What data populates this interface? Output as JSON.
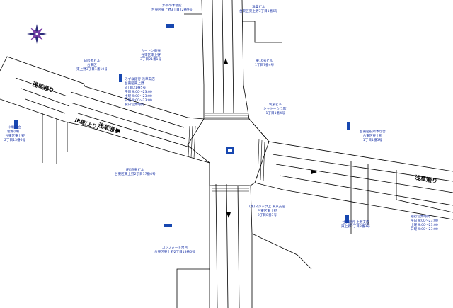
{
  "colors": {
    "road": "#000000",
    "label": "#1a33a6",
    "sign": "#1747b0",
    "background": "#ffffff"
  },
  "icons": {
    "compass": "compass-rose-icon",
    "police": "police-box-icon"
  },
  "labels": {
    "kanaya": {
      "name": "かやの木会館",
      "addr": "台東区東上野3丁目22番9号"
    },
    "yoshida": {
      "name": "洋菓ビル",
      "addr": "台東区東上野3丁目1番6号"
    },
    "hinomaru": {
      "name": "日の丸ビル",
      "addr1": "台東区",
      "addr2": "東上野3丁目1番10号"
    },
    "carton": {
      "name": "カートン商事",
      "addr1": "台東区東上野",
      "addr2": "3丁目21番1号"
    },
    "mizuho": {
      "name": "みずほ銀行 浅草支店",
      "addr1": "台東区東上野",
      "addr2": "3丁目21番5号",
      "hours1": "平日 9:00〜23:00",
      "hours2": "土曜 9:00〜23:00",
      "hours3": "日曜 9:00〜23:00",
      "hours4": "祝日営業時間"
    },
    "higashi16": {
      "name": "東16号ビル",
      "addr": "1丁目7番4号"
    },
    "tsukuba": {
      "name": "筑波ビル",
      "addr1": "シャトーウ(1階)",
      "addr2": "1丁目1番4号"
    },
    "kojimachi": {
      "name": "(株)日立",
      "addr1": "電機(株)工",
      "addr2": "台東区東上野",
      "addr3": "2丁目13番6号"
    },
    "jfe": {
      "name": "JFE商事ビル",
      "addr": "台東区東上野2丁目17番4号"
    },
    "nagai": {
      "name": "台東区役所本庁舎",
      "addr1": "台東区東上野",
      "addr2": "1丁目1番5号"
    },
    "magic": {
      "name": "(株)マジック上 東京支店",
      "addr1": "台東区東上野",
      "addr2": "2丁目8番3号"
    },
    "sumitomo": {
      "name": "住友銀行 上野支店",
      "addr": "東上野2丁目8番3号"
    },
    "komfort": {
      "name": "コンフォート台月",
      "addr": "台東区東上野2丁目18番6号"
    },
    "bank_hours": {
      "name": "銀行営業時間",
      "l1": "平日 9:00〜23:00",
      "l2": "土曜 9:00〜23:00",
      "l3": "日曜 9:00〜23:00"
    }
  },
  "roads": {
    "west_name": "浅草通り",
    "jr_line": "JR線(上り)",
    "main_name": "浅草通り",
    "east_name": "浅草通り"
  }
}
